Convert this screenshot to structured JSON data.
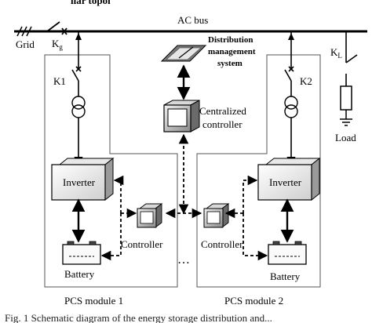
{
  "header_partial": "ilar topol",
  "labels": {
    "ac_bus": "AC bus",
    "grid": "Grid",
    "kg_main": "K",
    "kg_sub": "g",
    "kl_main": "K",
    "kl_sub": "L",
    "k1": "K1",
    "k2": "K2",
    "load": "Load",
    "dms_line1": "Distribution",
    "dms_line2": "management",
    "dms_line3": "system",
    "cc_line1": "Centralized",
    "cc_line2": "controller",
    "inverter1": "Inverter",
    "inverter2": "Inverter",
    "controller1": "Controller",
    "controller2": "Controller",
    "battery1": "Battery",
    "battery2": "Battery",
    "ellipsis": "…",
    "pcs1": "PCS module 1",
    "pcs2": "PCS module 2"
  },
  "caption_partial": "Fig. 1  Schematic diagram of the energy storage distribution and..."
}
